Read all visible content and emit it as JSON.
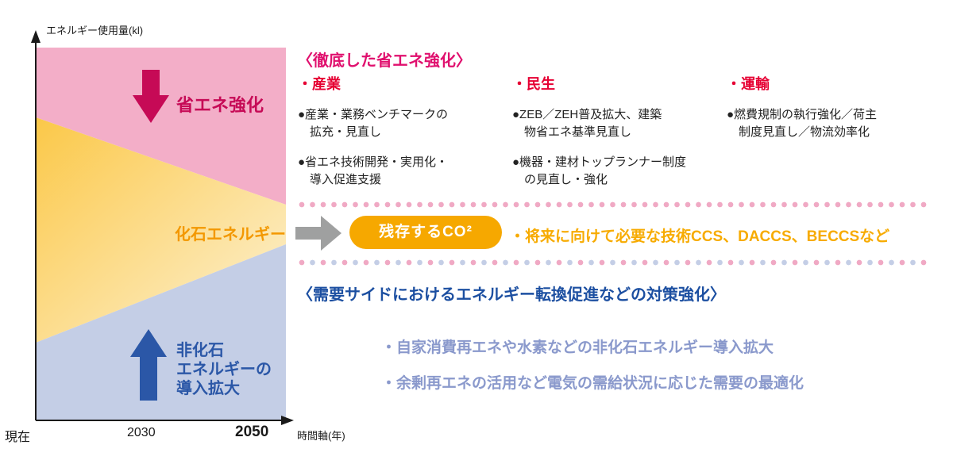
{
  "colors": {
    "pink_area": "#f3aec8",
    "yellow_strong": "#fbc848",
    "yellow_pale": "#fdf2d5",
    "blue_area": "#c4cee6",
    "crimson": "#c60a56",
    "magenta": "#e0106e",
    "red": "#e60033",
    "blue_dark": "#2b57a7",
    "blue_heading": "#1c4fa1",
    "periwinkle": "#8a99cc",
    "orange": "#f6a800",
    "orange_label": "#f39800",
    "orange_note": "#f7ab00",
    "gray_arrow": "#9fa0a0",
    "dot_pink": "#f0a9c4",
    "dot_blue": "#c4cee6"
  },
  "chart": {
    "y_axis_label": "エネルギー使用量(kl)",
    "x_axis_label": "時間軸(年)",
    "x_ticks": [
      "現在",
      "2030",
      "2050"
    ],
    "areas": {
      "pink_label": "省エネ強化",
      "yellow_label": "化石エネルギー",
      "blue_label": "非化石\nエネルギーの\n導入拡大"
    }
  },
  "save_section": {
    "heading": "〈徹底した省エネ強化〉",
    "columns": [
      {
        "title": "・産業",
        "items": [
          "●産業・業務ベンチマークの\n　拡充・見直し",
          "●省エネ技術開発・実用化・\n　導入促進支援"
        ]
      },
      {
        "title": "・民生",
        "items": [
          "●ZEB／ZEH普及拡大、建築\n　物省エネ基準見直し",
          "●機器・建材トップランナー制度\n　の見直し・強化"
        ]
      },
      {
        "title": "・運輸",
        "items": [
          "●燃費規制の執行強化／荷主\n　制度見直し／物流効率化"
        ]
      }
    ]
  },
  "middle": {
    "co2_label": "残存するCO²",
    "note": "・将来に向けて必要な技術CCS、DACCS、BECCSなど"
  },
  "demand_section": {
    "heading": "〈需要サイドにおけるエネルギー転換促進などの対策強化〉",
    "bullets": [
      "・自家消費再エネや水素などの非化石エネルギー導入拡大",
      "・余剰再エネの活用など電気の需給状況に応じた需要の最適化"
    ]
  }
}
